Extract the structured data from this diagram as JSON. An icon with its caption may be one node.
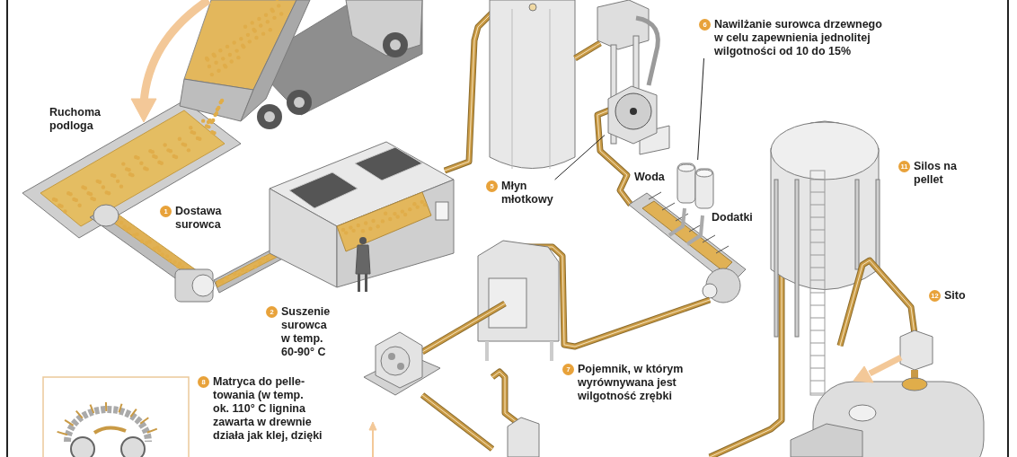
{
  "diagram": {
    "nodes": [
      {
        "text": [
          "5",
          "Młyn młotkowy"
        ]
      },
      {
        "text": [],
        "shape": "picture"
      },
      {
        "text": [
          "6",
          "Nawilżanie surowca drzewnego w celu zapewnienia jednolitej wilgotności od 10 do 15%"
        ]
      },
      {
        "text": [],
        "shape": "cylinder"
      },
      {
        "text": [
          "1",
          "Dostawa surowca"
        ]
      },
      {
        "text": [
          "11",
          "Silos na pellet"
        ]
      },
      {
        "text": [
          "12",
          "Sito"
        ]
      },
      {
        "text": [
          "2",
          "Suszenie surowca w temp. 60-90° C"
        ]
      },
      {
        "text": [
          "7",
          "Pojemnik, w którym wyrównywana jest wilgotność zrębki"
        ]
      },
      {
        "text": [
          "8",
          "Matryca do pelle-towania (w temp. ok. 110° C lignina zawarta w drewnie działa jak klej, dzięki"
        ]
      }
    ],
    "edges": [
      {
        "from": 0,
        "to": 1,
        "arrow": "none"
      },
      {
        "from": 2,
        "to": 3,
        "arrow": "none"
      }
    ],
    "labels": [
      "Ruchoma podloga",
      "Woda",
      "Dodatki"
    ]
  }
}
